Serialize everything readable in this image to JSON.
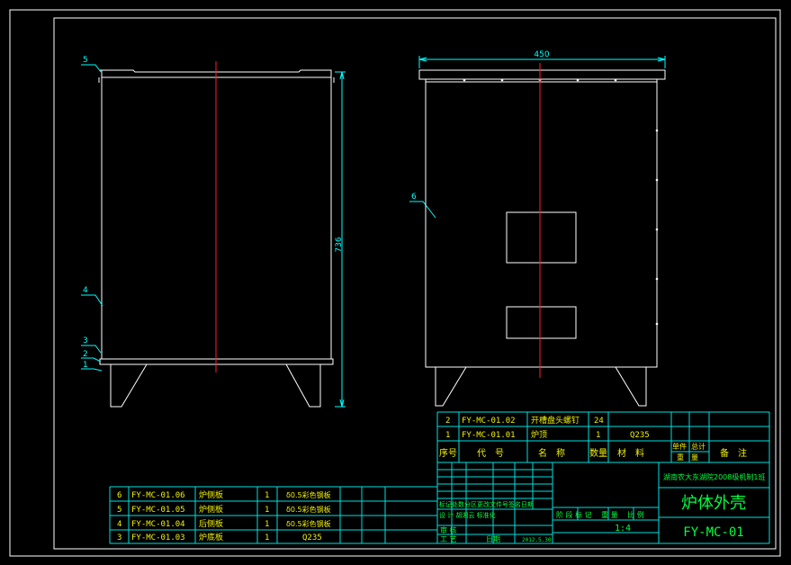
{
  "colors": {
    "background": "#000000",
    "frame": "#ffffff",
    "table_line": "#00e0e0",
    "text_green": "#00ff40",
    "text_yellow": "#f0f000",
    "center_line": "#ff2020",
    "dimension": "#00ffff"
  },
  "drawing": {
    "dim_width": "450",
    "dim_height": "736",
    "callouts": [
      "5",
      "6",
      "4",
      "3",
      "2",
      "1"
    ]
  },
  "bom_top": {
    "rows": [
      {
        "no": "2",
        "code": "FY-MC-01.02",
        "name": "开槽盘头螺钉",
        "qty": "24",
        "material": ""
      },
      {
        "no": "1",
        "code": "FY-MC-01.01",
        "name": "炉顶",
        "qty": "1",
        "material": "Q235"
      }
    ],
    "header": {
      "no": "序号",
      "code": "代　号",
      "name": "名　称",
      "qty": "数量",
      "material": "材　料",
      "weight_a": "单件",
      "weight_b": "总计",
      "weight_c": "重　量",
      "remark": "备　注"
    }
  },
  "bom_bottom": {
    "rows": [
      {
        "no": "6",
        "code": "FY-MC-01.06",
        "name": "炉侧板",
        "qty": "1",
        "material": "δ0.5彩色钢板"
      },
      {
        "no": "5",
        "code": "FY-MC-01.05",
        "name": "炉侧板",
        "qty": "1",
        "material": "δ0.5彩色钢板"
      },
      {
        "no": "4",
        "code": "FY-MC-01.04",
        "name": "后侧板",
        "qty": "1",
        "material": "δ0.5彩色钢板"
      },
      {
        "no": "3",
        "code": "FY-MC-01.03",
        "name": "炉底板",
        "qty": "1",
        "material": "Q235"
      }
    ]
  },
  "title_block": {
    "org": "湖南农大东湖院2008级机制1班",
    "title": "炉体外壳",
    "drawing_no": "FY-MC-01",
    "scale": "1:4",
    "labels_row": "标记处数分区更改文件号签名日期",
    "design_row": "设 计 胡湘云 标准化",
    "stage_row": "阶 段 标 记 　重 量 　比 例",
    "review": "审 核",
    "process": "工 艺",
    "approve": "日期",
    "date": "2012.5.30"
  }
}
